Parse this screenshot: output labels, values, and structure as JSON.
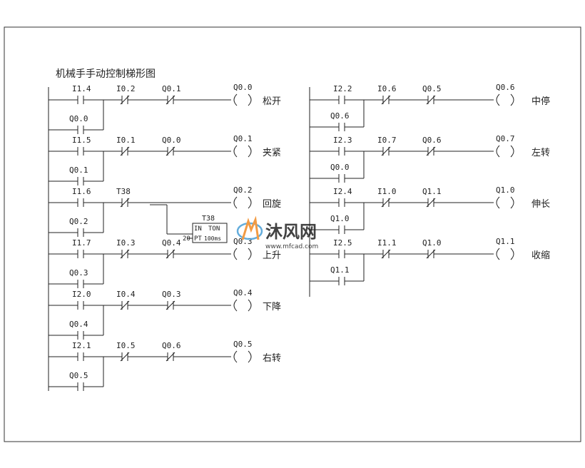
{
  "title": "机械手手动控制梯形图",
  "left_rungs": [
    {
      "input": "I1.4",
      "nc1": "I0.2",
      "nc2": "Q0.1",
      "coil": "Q0.0",
      "label": "松开",
      "seal": "Q0.0"
    },
    {
      "input": "I1.5",
      "nc1": "I0.1",
      "nc2": "Q0.0",
      "coil": "Q0.1",
      "label": "夹紧",
      "seal": "Q0.1"
    },
    {
      "input": "I1.6",
      "nc1": "T38",
      "nc2": "",
      "coil": "Q0.2",
      "label": "回旋",
      "seal": "Q0.2"
    },
    {
      "input": "I1.7",
      "nc1": "I0.3",
      "nc2": "Q0.4",
      "coil": "Q0.3",
      "label": "上升",
      "seal": "Q0.3"
    },
    {
      "input": "I2.0",
      "nc1": "I0.4",
      "nc2": "Q0.3",
      "coil": "Q0.4",
      "label": "下降",
      "seal": "Q0.4"
    },
    {
      "input": "I2.1",
      "nc1": "I0.5",
      "nc2": "Q0.6",
      "coil": "Q0.5",
      "label": "右转",
      "seal": "Q0.5"
    }
  ],
  "right_rungs": [
    {
      "input": "I2.2",
      "nc1": "I0.6",
      "nc2": "Q0.5",
      "coil": "Q0.6",
      "label": "中停",
      "seal": "Q0.6"
    },
    {
      "input": "I2.3",
      "nc1": "I0.7",
      "nc2": "Q0.6",
      "coil": "Q0.7",
      "label": "左转",
      "seal": "Q0.0"
    },
    {
      "input": "I2.4",
      "nc1": "I1.0",
      "nc2": "Q1.1",
      "coil": "Q1.0",
      "label": "伸长",
      "seal": "Q1.0"
    },
    {
      "input": "I2.5",
      "nc1": "I1.1",
      "nc2": "Q1.0",
      "coil": "Q1.1",
      "label": "收缩",
      "seal": "Q1.1"
    }
  ],
  "timer": {
    "name": "T38",
    "in_label": "IN",
    "type": "TON",
    "preset": "20",
    "pt_label": "PT",
    "base": "100ms"
  },
  "watermark": {
    "brand": "沐风网",
    "url": "www.mfcad.com"
  },
  "colors": {
    "line": "#222222",
    "watermark_blue": "#4a9fd6",
    "watermark_orange": "#f08a24"
  }
}
